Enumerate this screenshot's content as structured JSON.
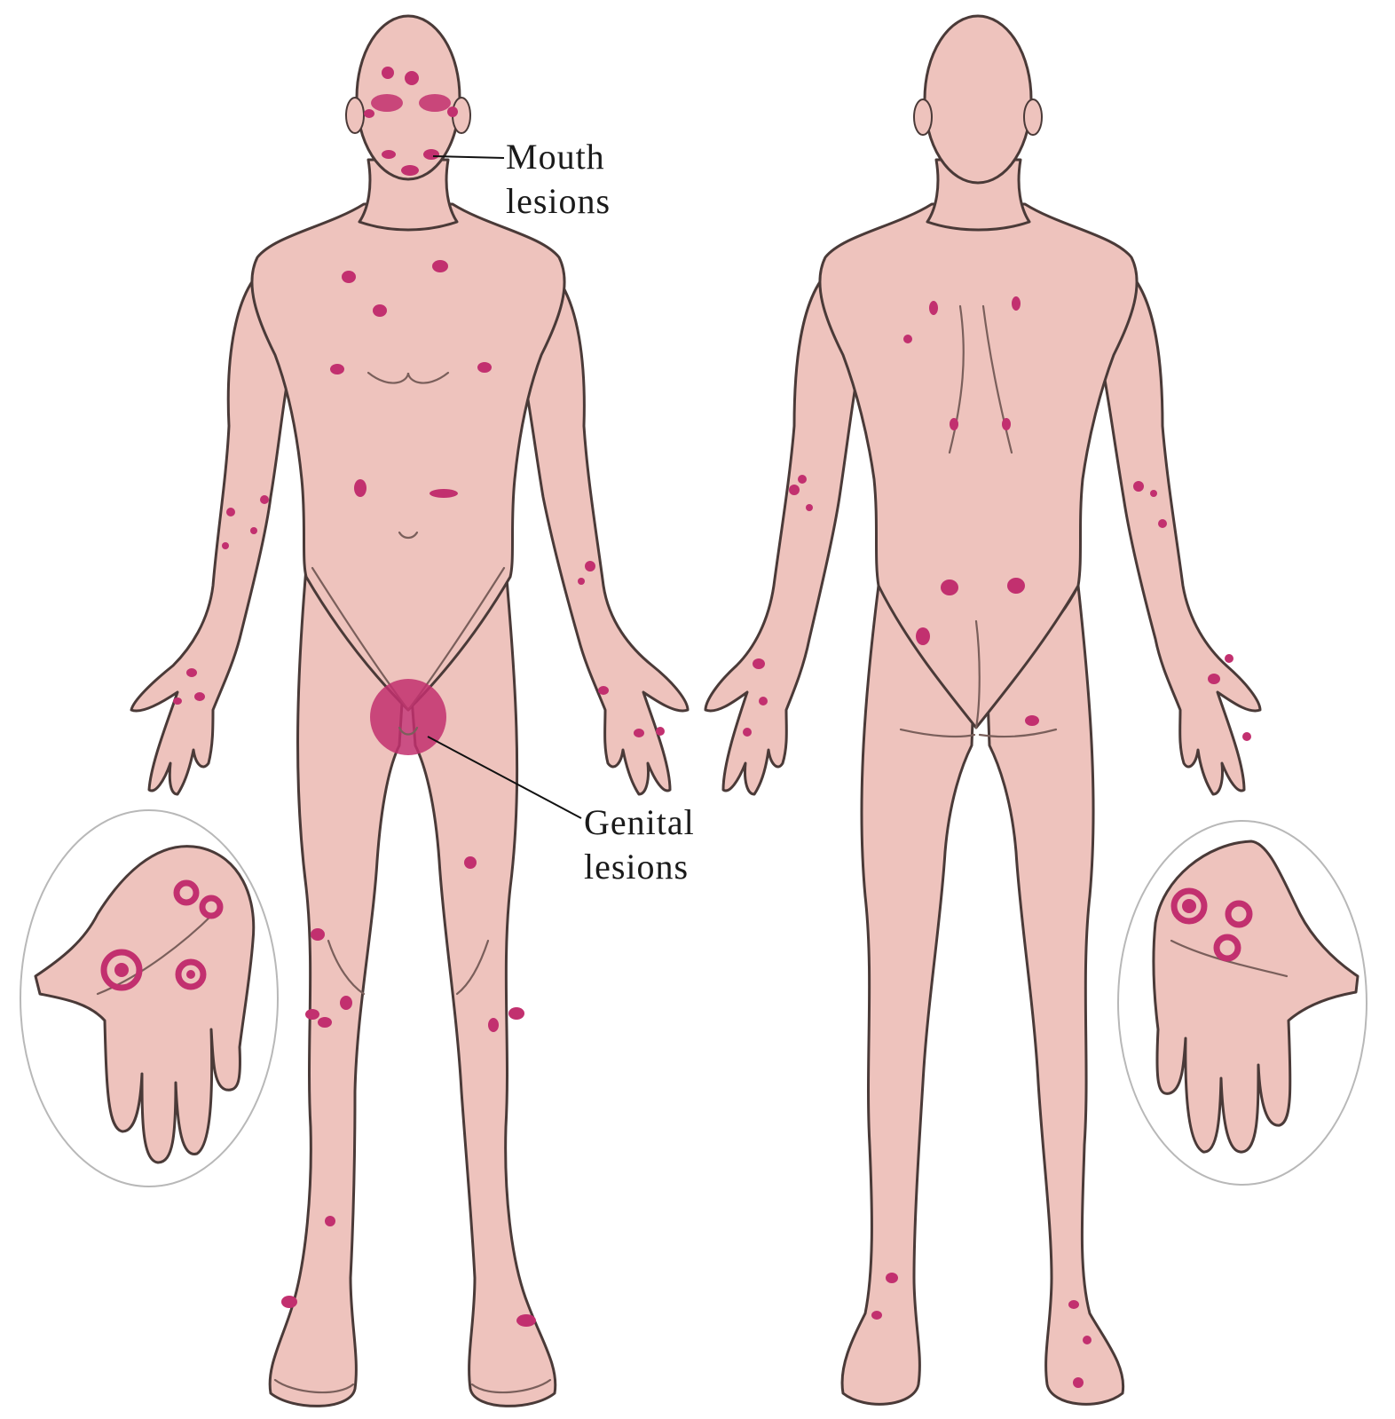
{
  "labels": {
    "mouth": [
      "Mouth",
      "lesions"
    ],
    "genital": [
      "Genital",
      "lesions"
    ]
  },
  "colors": {
    "skin": "#eec3bd",
    "skin_shadow": "#d9a8a2",
    "outline": "#4a3a38",
    "crease": "#7a5f5b",
    "lesion": "#c2306f",
    "background": "#ffffff"
  },
  "figures": [
    "front-view",
    "back-view"
  ],
  "insets": [
    "left-palm-inset",
    "right-palm-inset"
  ]
}
